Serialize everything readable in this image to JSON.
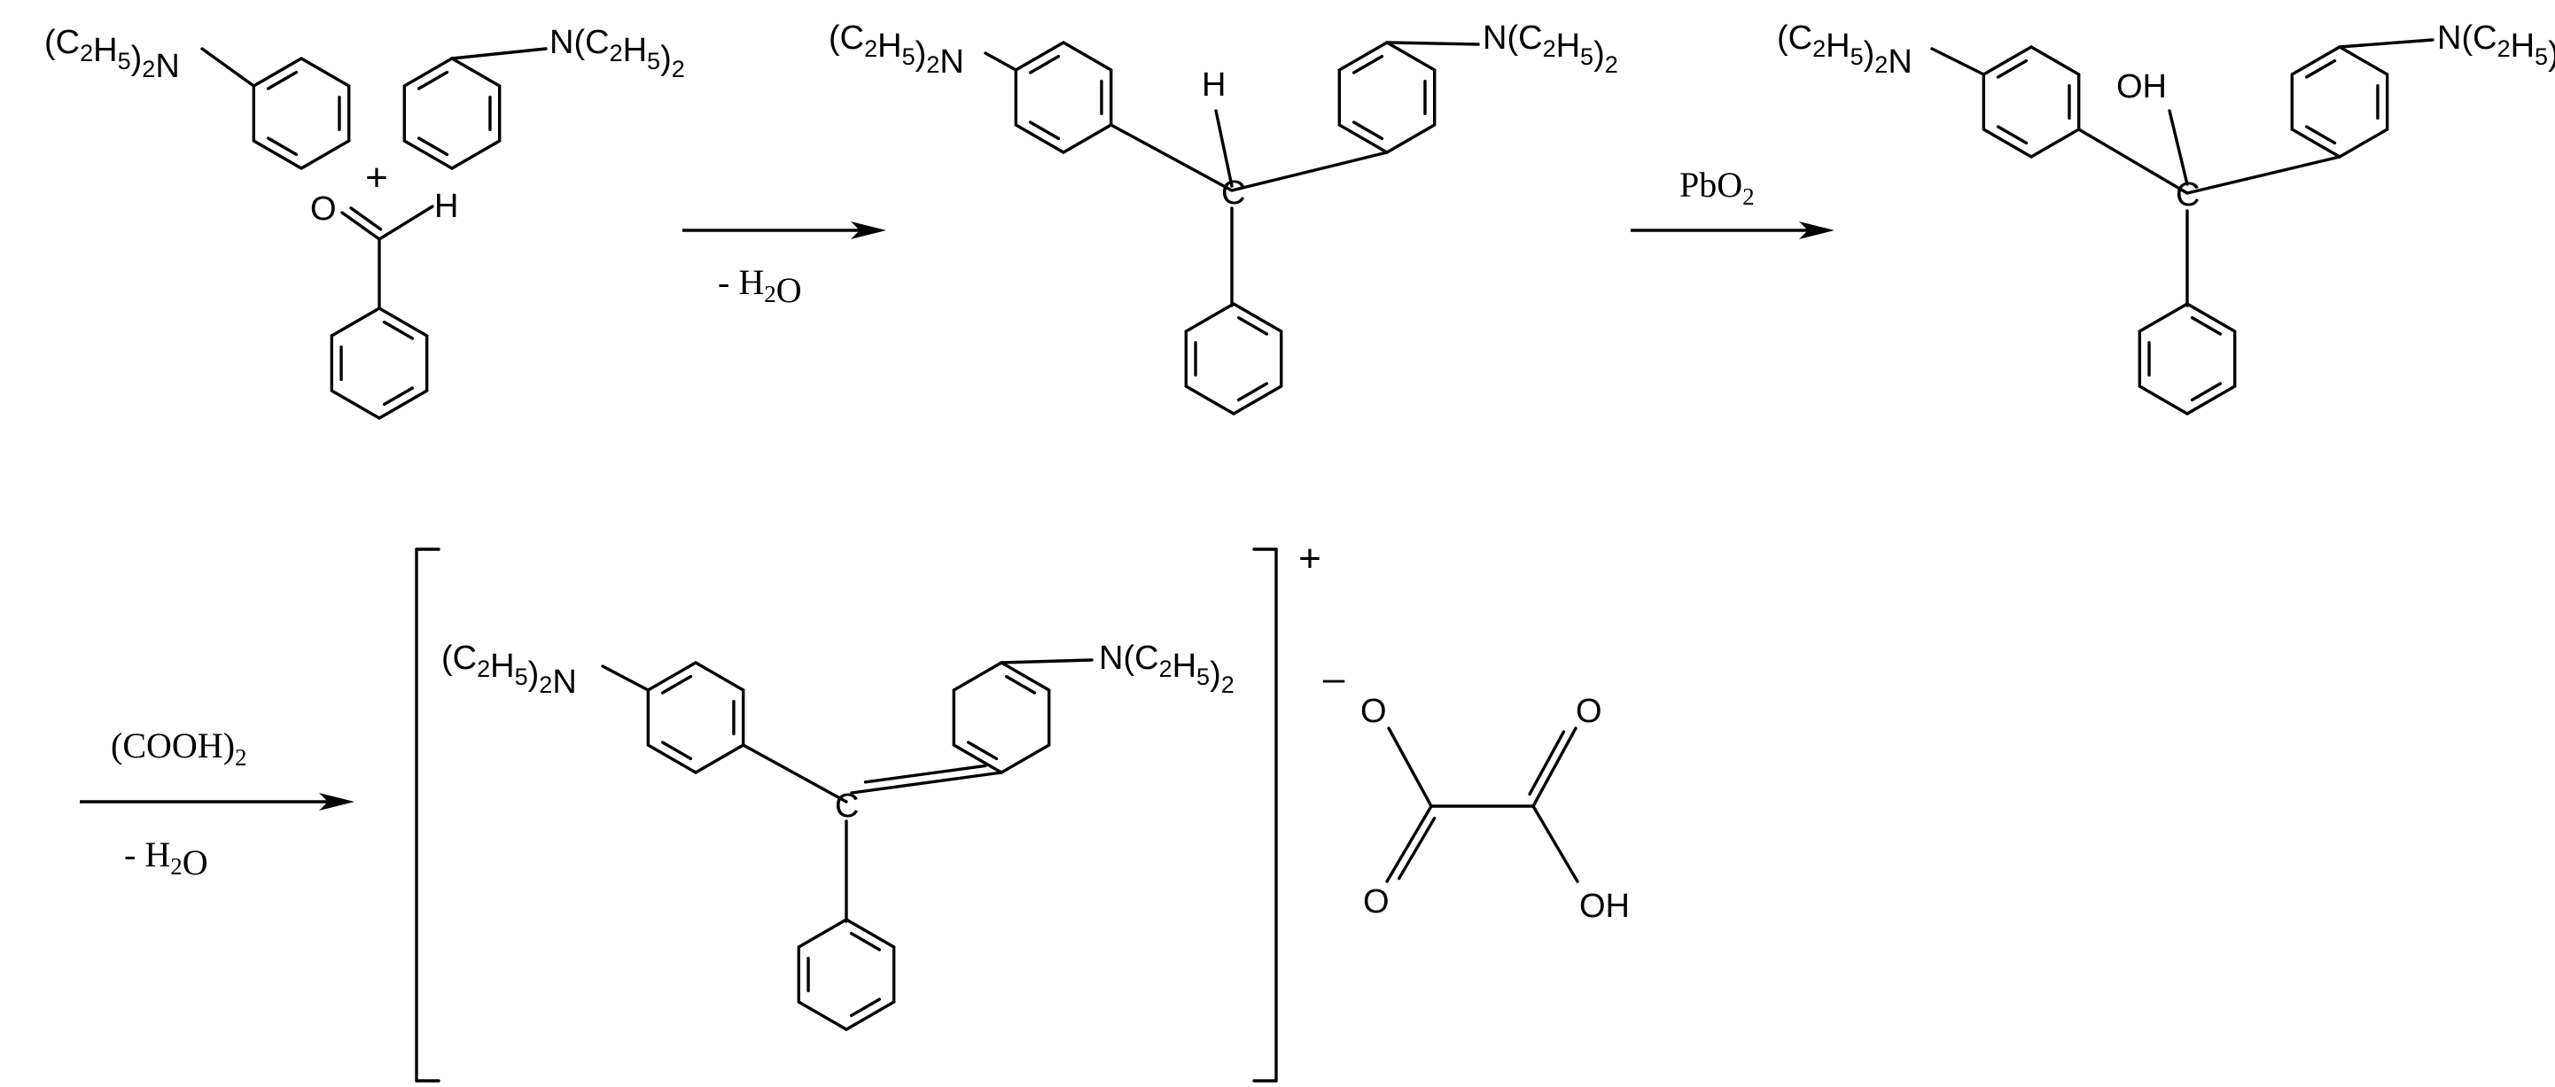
{
  "labels": {
    "net2": "N(C2H5)2",
    "et2n": "(C2H5)2N",
    "plus": "+",
    "minus": "–",
    "h": "H",
    "o": "O",
    "oh": "OH",
    "c": "C"
  },
  "reagents": {
    "step1_below": "- H2O",
    "step2_above": "PbO2",
    "step3_above": "(COOH)2",
    "step3_below": "- H2O"
  }
}
